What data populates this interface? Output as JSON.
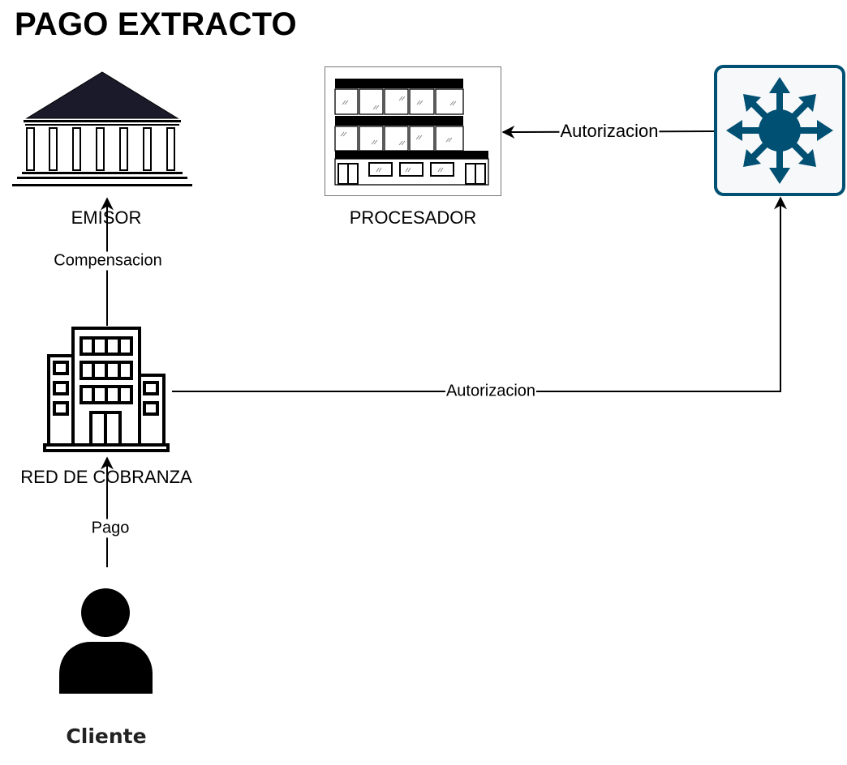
{
  "title": "PAGO EXTRACTO",
  "nodes": {
    "emisor": {
      "label": "EMISOR",
      "icon": "bank-icon"
    },
    "procesador": {
      "label": "PROCESADOR",
      "icon": "office-building-icon"
    },
    "switch": {
      "label": "",
      "icon": "network-switch-icon",
      "color": "#005073"
    },
    "red_cobranza": {
      "label": "RED DE COBRANZA",
      "icon": "city-building-icon"
    },
    "cliente": {
      "label": "Cliente",
      "icon": "person-icon"
    }
  },
  "edges": {
    "compensacion": {
      "label": "Compensacion"
    },
    "autorizacion_top": {
      "label": "Autorizacion"
    },
    "autorizacion_bottom": {
      "label": "Autorizacion"
    },
    "pago": {
      "label": "Pago"
    }
  }
}
